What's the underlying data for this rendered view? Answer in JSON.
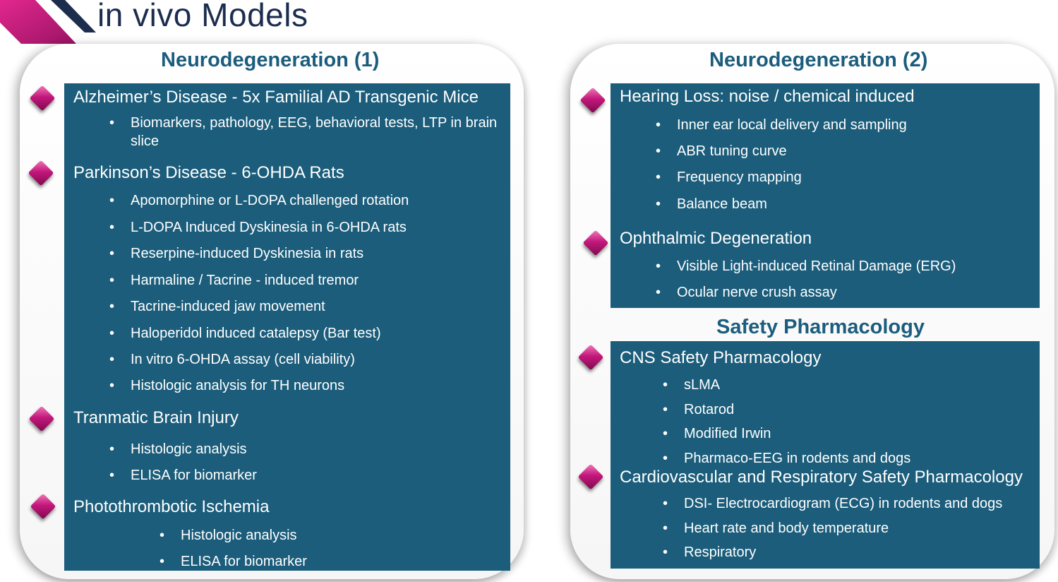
{
  "page": {
    "title": "in vivo Models"
  },
  "colors": {
    "title": "#1c2d4e",
    "panel_title": "#1b5d7e",
    "box_fill": "#1b5d7b",
    "diamond_magenta": "#c3177c",
    "accent_dark": "#1c2d4e"
  },
  "left_panel": {
    "title": "Neurodegeneration (1)",
    "sections": [
      {
        "heading": "Alzheimer’s Disease - 5x Familial AD Transgenic Mice",
        "items": [
          "Biomarkers, pathology, EEG, behavioral tests, LTP in brain slice"
        ]
      },
      {
        "heading": "Parkinson’s Disease - 6-OHDA Rats",
        "items": [
          "Apomorphine or L-DOPA challenged rotation",
          "L-DOPA Induced Dyskinesia in 6-OHDA rats",
          "Reserpine-induced Dyskinesia in rats",
          "Harmaline / Tacrine - induced tremor",
          "Tacrine-induced jaw movement",
          "Haloperidol induced catalepsy (Bar test)",
          "In vitro 6-OHDA assay (cell viability)",
          "Histologic analysis for TH neurons"
        ]
      },
      {
        "heading": "Tranmatic Brain Injury",
        "items": [
          "Histologic analysis",
          "ELISA for biomarker"
        ]
      },
      {
        "heading": "Photothrombotic Ischemia",
        "items": [
          "Histologic analysis",
          "ELISA for biomarker"
        ]
      }
    ]
  },
  "right_panel": {
    "title": "Neurodegeneration (2)",
    "sections": [
      {
        "heading": "Hearing Loss: noise / chemical induced",
        "items": [
          "Inner ear local delivery and sampling",
          "ABR tuning curve",
          "Frequency mapping",
          "Balance beam"
        ]
      },
      {
        "heading": "Ophthalmic Degeneration",
        "items": [
          "Visible Light-induced Retinal Damage (ERG)",
          "Ocular nerve crush assay"
        ]
      }
    ],
    "safety": {
      "title": "Safety Pharmacology",
      "sections": [
        {
          "heading": "CNS Safety Pharmacology",
          "items": [
            "sLMA",
            "Rotarod",
            "Modified Irwin",
            "Pharmaco-EEG in rodents and dogs"
          ]
        },
        {
          "heading": "Cardiovascular and Respiratory Safety Pharmacology",
          "items": [
            "DSI- Electrocardiogram (ECG) in rodents and dogs",
            "Heart rate and body temperature",
            "Respiratory"
          ]
        }
      ]
    }
  }
}
